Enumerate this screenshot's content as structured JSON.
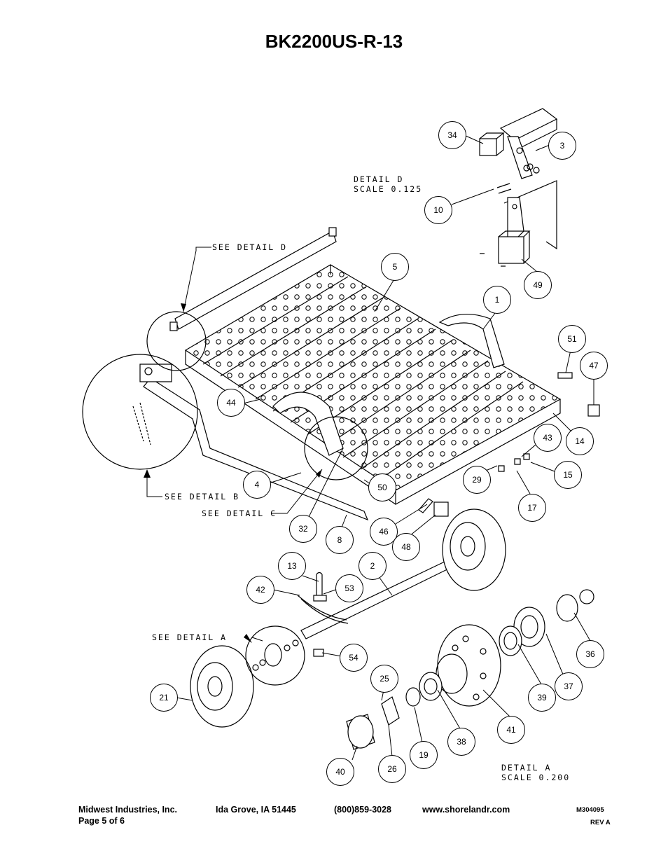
{
  "title": "BK2200US-R-13",
  "notes": {
    "detail_d": "DETAIL  D",
    "scale_d": "SCALE  0.125",
    "see_detail_d": "SEE DETAIL  D",
    "see_detail_b": "SEE DETAIL  B",
    "see_detail_c": "SEE DETAIL  C",
    "see_detail_a": "SEE DETAIL  A",
    "detail_a": "DETAIL  A",
    "scale_a": "SCALE  0.200"
  },
  "callouts": [
    "34",
    "3",
    "10",
    "49",
    "5",
    "1",
    "51",
    "47",
    "44",
    "14",
    "43",
    "15",
    "29",
    "17",
    "4",
    "50",
    "32",
    "8",
    "46",
    "48",
    "13",
    "2",
    "42",
    "53",
    "54",
    "25",
    "21",
    "36",
    "37",
    "39",
    "41",
    "38",
    "19",
    "40",
    "26"
  ],
  "footer": {
    "company": "Midwest Industries, Inc.",
    "page": "Page 5 of 6",
    "address": "Ida Grove, IA  51445",
    "phone": "(800)859-3028",
    "website": "www.shorelandr.com",
    "doc_number": "M304095",
    "revision": "REV A"
  }
}
